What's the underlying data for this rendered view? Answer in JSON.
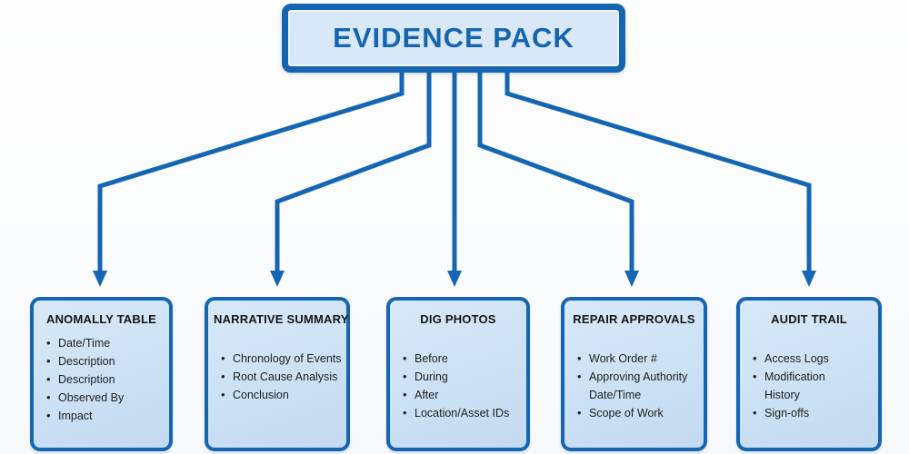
{
  "root": {
    "title": "EVIDENCE PACK"
  },
  "boxes": [
    {
      "title": "ANOMALLY TABLE",
      "items": [
        "Date/Time",
        "Description",
        "Description",
        "Observed By",
        "Impact"
      ]
    },
    {
      "title": "NARRATIVE SUMMARY",
      "items": [
        "Chronology of Events",
        "Root Cause Analysis",
        "Conclusion"
      ]
    },
    {
      "title": "DIG PHOTOS",
      "items": [
        "Before",
        "During",
        "After",
        "Location/Asset IDs"
      ]
    },
    {
      "title": "REPAIR APPROVALS",
      "items": [
        "Work Order #",
        "Approving Authority Date/Time",
        "Scope of Work"
      ]
    },
    {
      "title": "AUDIT TRAIL",
      "items": [
        "Access Logs",
        "Modification History",
        "Sign-offs"
      ]
    }
  ],
  "colors": {
    "accent_blue": "#1565b0",
    "connector_blue": "#1566b2",
    "root_fill": "#d9e8f7",
    "node_fill": "#cde2f5",
    "text_dark": "#1f1f1f"
  }
}
